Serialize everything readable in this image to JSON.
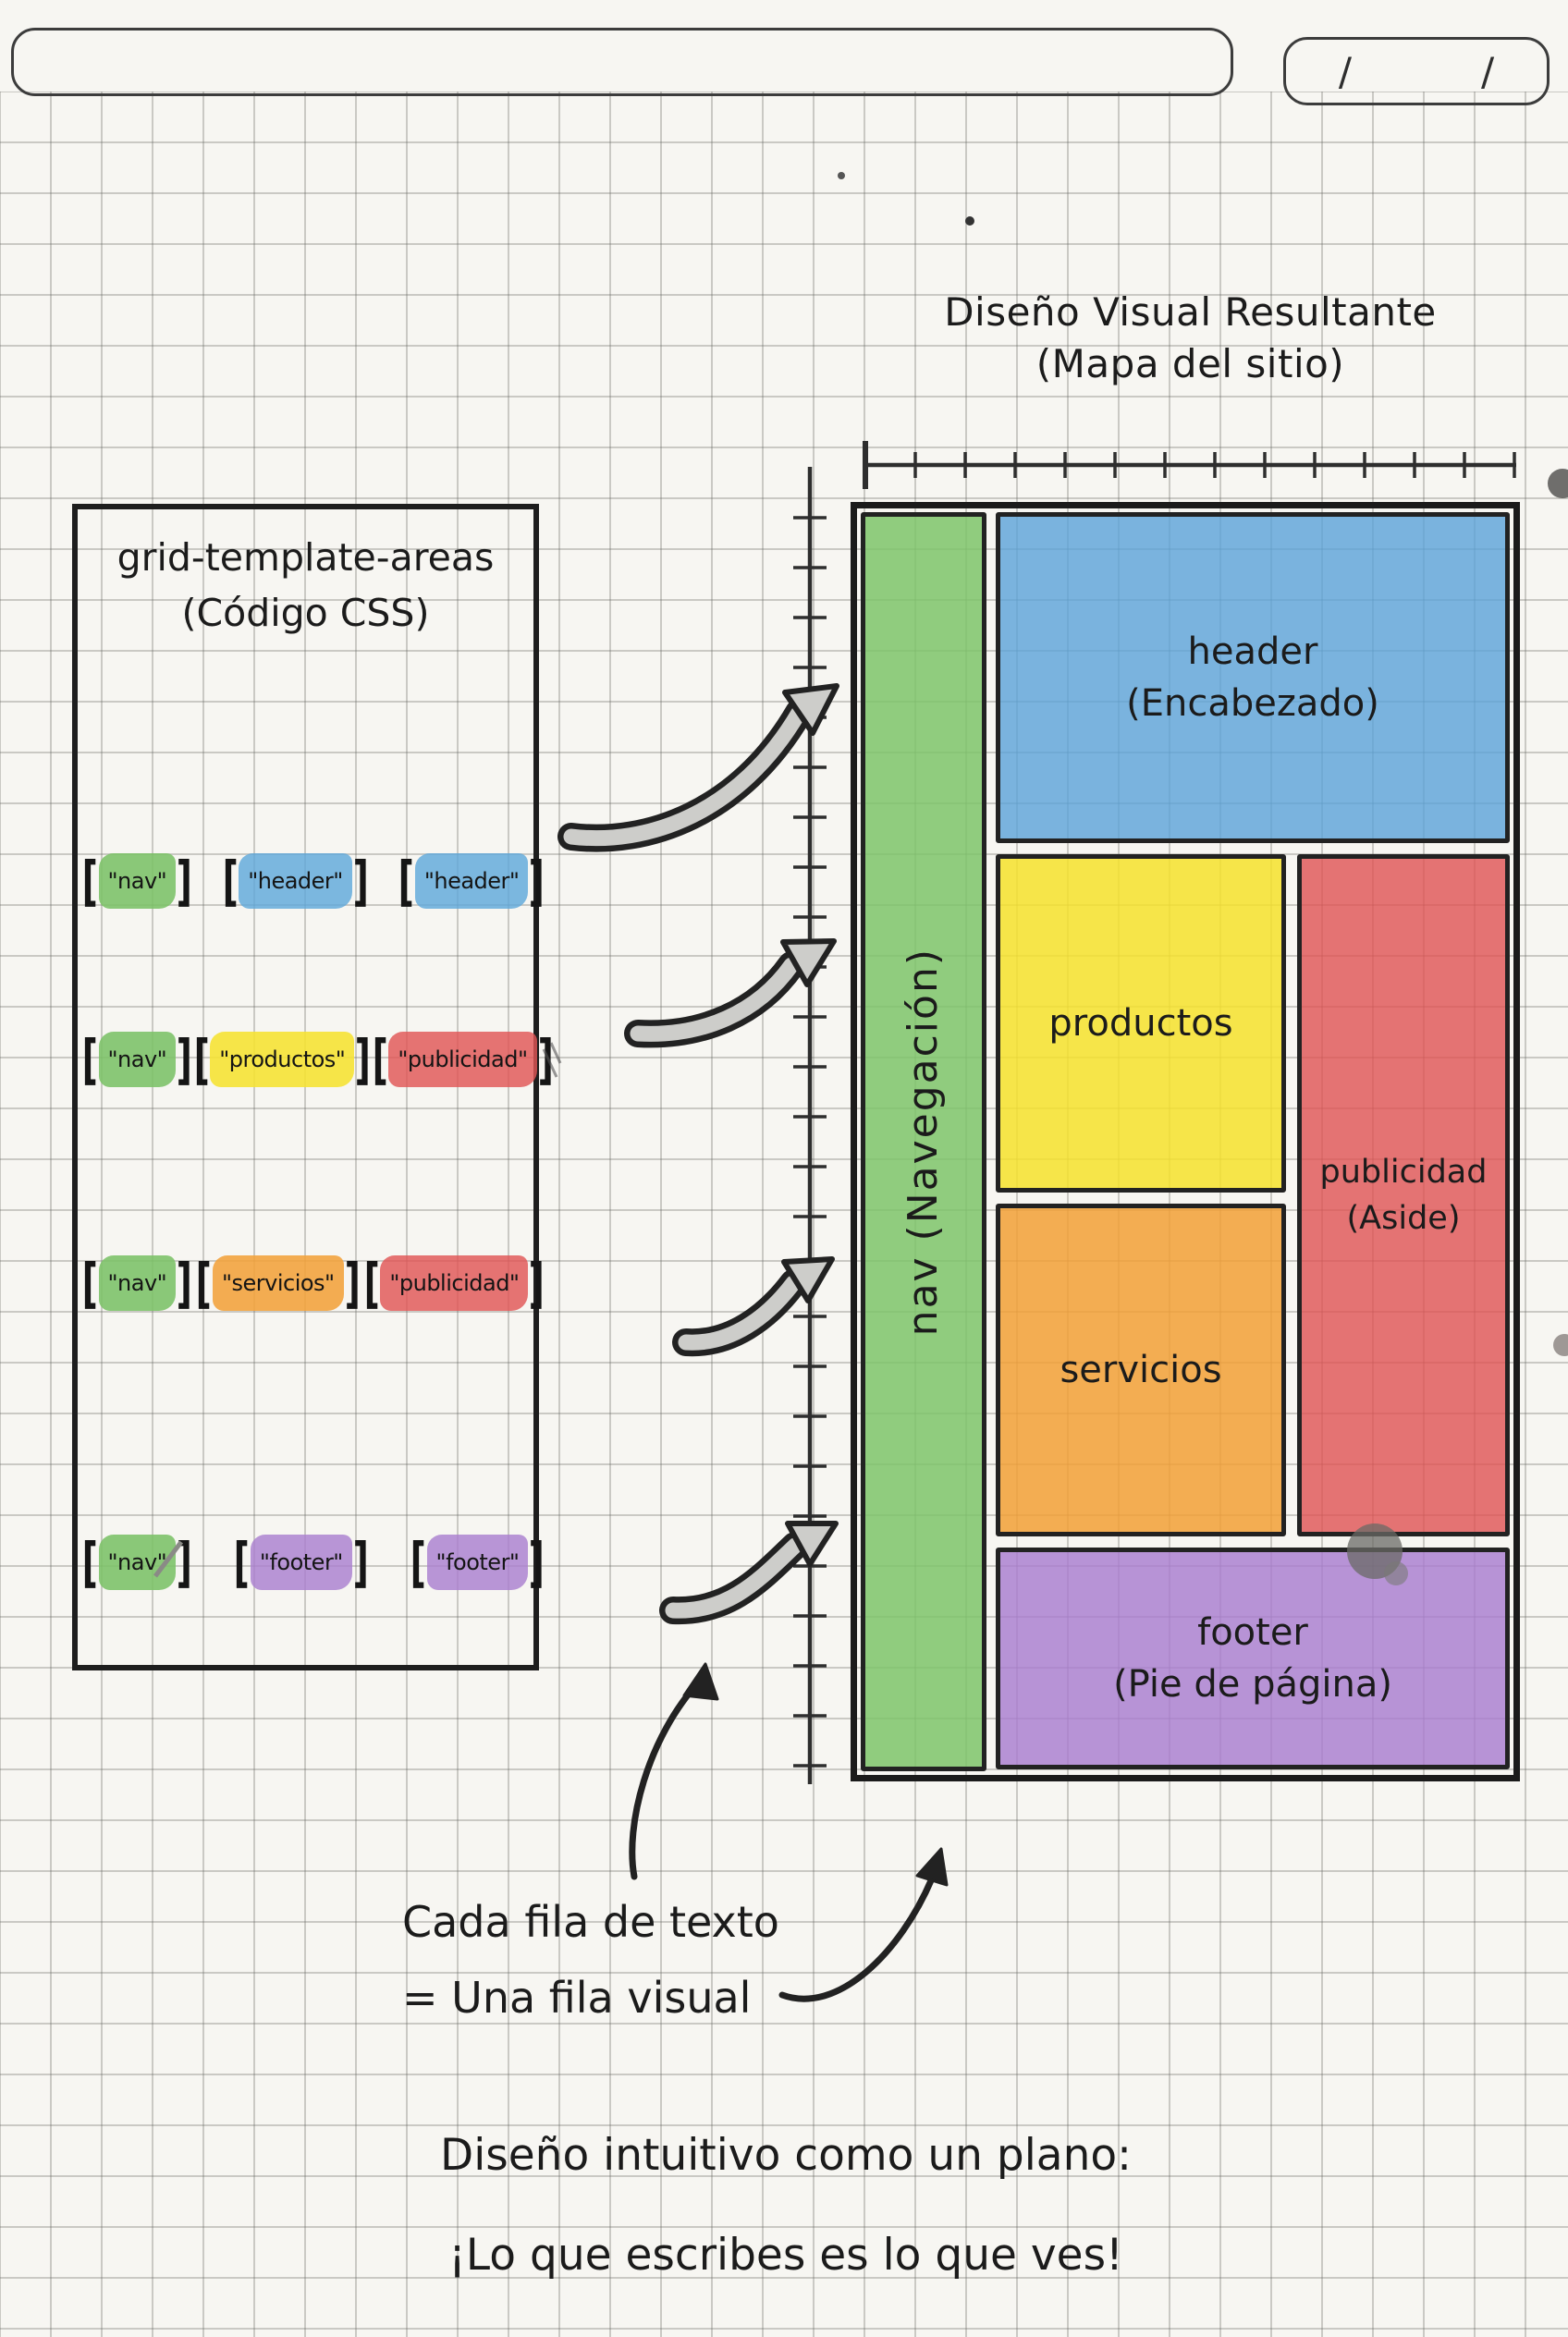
{
  "header_bar": {
    "title_line_value": "",
    "date_separator_1": "/",
    "date_separator_2": "/"
  },
  "code_panel": {
    "title_line1": "grid-template-areas",
    "title_line2": "(Código CSS)",
    "bracket_open": "[",
    "bracket_close": "]",
    "rows": [
      {
        "tokens": [
          {
            "area": "nav",
            "text": "\"nav\""
          },
          {
            "area": "header",
            "text": "\"header\""
          },
          {
            "area": "header",
            "text": "\"header\""
          }
        ]
      },
      {
        "tokens": [
          {
            "area": "nav",
            "text": "\"nav\""
          },
          {
            "area": "productos",
            "text": "\"productos\""
          },
          {
            "area": "publicidad",
            "text": "\"publicidad\""
          }
        ]
      },
      {
        "tokens": [
          {
            "area": "nav",
            "text": "\"nav\""
          },
          {
            "area": "servicios",
            "text": "\"servicios\""
          },
          {
            "area": "publicidad",
            "text": "\"publicidad\""
          }
        ]
      },
      {
        "tokens": [
          {
            "area": "nav",
            "text": "\"nav\""
          },
          {
            "area": "footer",
            "text": "\"footer\""
          },
          {
            "area": "footer",
            "text": "\"footer\""
          }
        ]
      }
    ]
  },
  "layout_panel": {
    "title_line1": "Diseño Visual Resultante",
    "title_line2": "(Mapa del sitio)",
    "areas": {
      "nav": {
        "label": "nav (Navegación)",
        "color": "#7cc36a"
      },
      "header": {
        "label_line1": "header",
        "label_line2": "(Encabezado)",
        "color": "#5fa8db"
      },
      "productos": {
        "label": "productos",
        "color": "#f5e233"
      },
      "publicidad": {
        "label_line1": "publicidad",
        "label_line2": "(Aside)",
        "color": "#e05656"
      },
      "servicios": {
        "label": "servicios",
        "color": "#f2a23a"
      },
      "footer": {
        "label_line1": "footer",
        "label_line2": "(Pie de página)",
        "color": "#aa7fd0"
      }
    }
  },
  "annotations": {
    "row_note_line1": "Cada fila de texto",
    "row_note_line2": "= Una fila visual",
    "caption_line1": "Diseño intuitivo como un plano:",
    "caption_line2": "¡Lo que escribes es lo que ves!"
  },
  "colors": {
    "ink": "#1f1f1f",
    "paper": "#f7f6f2",
    "grid_line": "#b7b7b2",
    "arrow_fill": "#cdcdca"
  }
}
